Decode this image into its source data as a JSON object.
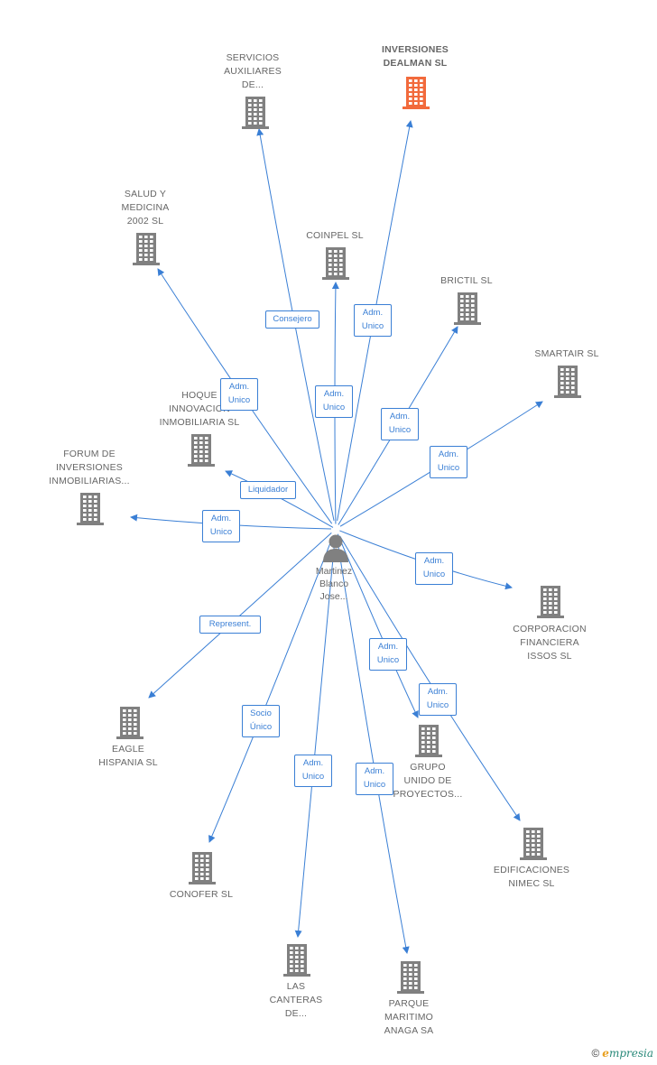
{
  "person": {
    "name": "Martinez\nBlanco\nJose..."
  },
  "colors": {
    "edge": "#3a7fd5",
    "building": "#808080",
    "building_main": "#f26a3c"
  },
  "companies": [
    {
      "id": "servicios",
      "label": "SERVICIOS\nAUXILIARES\nDE...",
      "main": false
    },
    {
      "id": "dealman",
      "label": "INVERSIONES\nDEALMAN SL",
      "main": true
    },
    {
      "id": "salud",
      "label": "SALUD Y\nMEDICINA\n2002 SL",
      "main": false
    },
    {
      "id": "coinpel",
      "label": "COINPEL SL",
      "main": false
    },
    {
      "id": "brictil",
      "label": "BRICTIL SL",
      "main": false
    },
    {
      "id": "smartair",
      "label": "SMARTAIR SL",
      "main": false
    },
    {
      "id": "hoque",
      "label": "HOQUE\nINNOVACION\nINMOBILIARIA SL",
      "main": false
    },
    {
      "id": "forum",
      "label": "FORUM DE\nINVERSIONES\nINMOBILIARIAS...",
      "main": false
    },
    {
      "id": "corporacion",
      "label": "CORPORACION\nFINANCIERA\nISSOS SL",
      "main": false
    },
    {
      "id": "eagle",
      "label": "EAGLE\nHISPANIA SL",
      "main": false
    },
    {
      "id": "grupo",
      "label": "GRUPO\nUNIDO DE\nPROYECTOS...",
      "main": false
    },
    {
      "id": "edificaciones",
      "label": "EDIFICACIONES\nNIMEC SL",
      "main": false
    },
    {
      "id": "conofer",
      "label": "CONOFER  SL",
      "main": false
    },
    {
      "id": "canteras",
      "label": "LAS\nCANTERAS\nDE...",
      "main": false
    },
    {
      "id": "parque",
      "label": "PARQUE\nMARITIMO\nANAGA SA",
      "main": false
    }
  ],
  "relations": [
    {
      "target": "servicios",
      "label": "Consejero"
    },
    {
      "target": "dealman",
      "label": "Adm.\nUnico"
    },
    {
      "target": "salud",
      "label": "Adm.\nUnico"
    },
    {
      "target": "coinpel",
      "label": "Adm.\nUnico"
    },
    {
      "target": "brictil",
      "label": "Adm.\nUnico"
    },
    {
      "target": "smartair",
      "label": "Adm.\nUnico"
    },
    {
      "target": "hoque",
      "label": "Liquidador"
    },
    {
      "target": "forum",
      "label": "Adm.\nUnico"
    },
    {
      "target": "corporacion",
      "label": "Adm.\nUnico"
    },
    {
      "target": "eagle",
      "label": "Represent."
    },
    {
      "target": "grupo",
      "label": "Adm.\nUnico"
    },
    {
      "target": "edificaciones",
      "label": "Adm.\nUnico"
    },
    {
      "target": "conofer",
      "label": "Socio\nÚnico"
    },
    {
      "target": "canteras",
      "label": "Adm.\nUnico"
    },
    {
      "target": "parque",
      "label": "Adm.\nUnico"
    }
  ],
  "footer": {
    "copyright": "©",
    "brand_first": "e",
    "brand_rest": "mpresia"
  }
}
